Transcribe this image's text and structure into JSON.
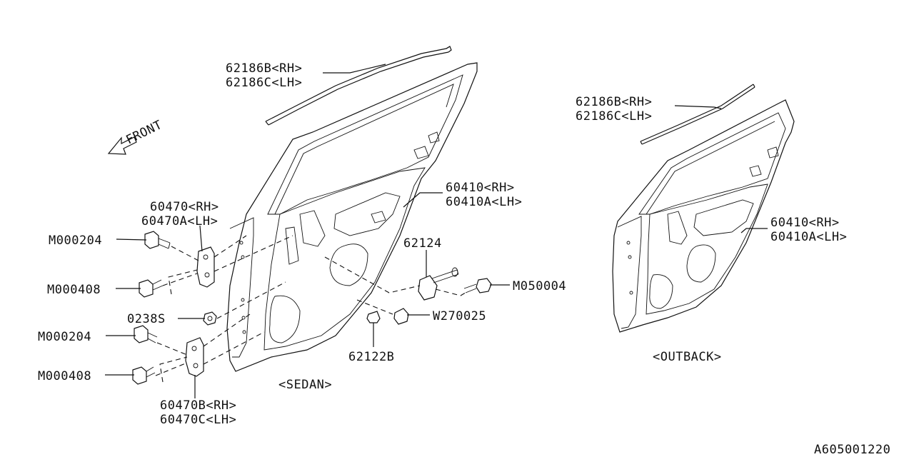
{
  "labels": {
    "front": "FRONT",
    "weather_strip_sedan_rh": "62186B<RH>",
    "weather_strip_sedan_lh": "62186C<LH>",
    "weather_strip_outback_rh": "62186B<RH>",
    "weather_strip_outback_lh": "62186C<LH>",
    "door_panel_sedan_rh": "60410<RH>",
    "door_panel_sedan_lh": "60410A<LH>",
    "door_panel_outback_rh": "60410<RH>",
    "door_panel_outback_lh": "60410A<LH>",
    "upper_hinge_rh": "60470<RH>",
    "upper_hinge_lh": "60470A<LH>",
    "lower_hinge_rh": "60470B<RH>",
    "lower_hinge_lh": "60470C<LH>",
    "bolt_1": "M000204",
    "bolt_2": "M000408",
    "bolt_3": "M000204",
    "bolt_4": "M000408",
    "nut": "0238S",
    "checker": "62124",
    "checker_bolt": "M050004",
    "plug": "W270025",
    "grommet": "62122B",
    "sedan": "<SEDAN>",
    "outback": "<OUTBACK>",
    "diagram_id": "A605001220"
  }
}
